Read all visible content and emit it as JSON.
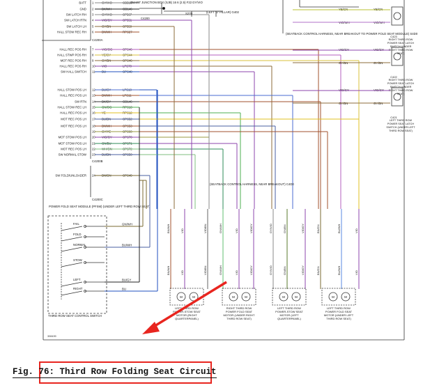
{
  "caption": "Fig. 76: Third Row Folding Seat Circuit",
  "figure_code": "308499",
  "colors": {
    "highlight": "#e8251f",
    "arrow": "#e8251f"
  },
  "module_pins": [
    {
      "pin": "1",
      "label": "BATT",
      "wire": "GY/VIO",
      "circ": "CBB10"
    },
    {
      "pin": "2",
      "label": "GND",
      "wire": "BK/WH",
      "circ": "GD146"
    },
    {
      "pin": "3",
      "label": "SW LATCH RH",
      "wire": "GY/VIO",
      "circ": "CP567"
    },
    {
      "pin": "4",
      "label": "SW LATCH RTN",
      "wire": "VIO/GY",
      "circ": "CP551"
    },
    {
      "pin": "5",
      "label": "SW LATCH LH",
      "wire": "GY/BN",
      "circ": "CP559"
    },
    {
      "pin": "6",
      "label": "HALL STOW REC RH",
      "wire": "BN/WH",
      "circ": "RPS27"
    },
    {
      "pin": "7",
      "label": "HALL REC POS RH",
      "wire": "VIO/OG",
      "circ": "CPS46"
    },
    {
      "pin": "8",
      "label": "HALL STWP POS RH",
      "wire": "YE/GY",
      "circ": "CPS44"
    },
    {
      "pin": "9",
      "label": "MOT REC POS RH",
      "wire": "GY/BN",
      "circ": "CPS46"
    },
    {
      "pin": "10",
      "label": "HALL REC POS RH",
      "wire": "VIO",
      "circ": "LPS70"
    },
    {
      "pin": "11",
      "label": "SW HALL SWITCH",
      "wire": "BU",
      "circ": "CPS48"
    },
    {
      "pin": "12",
      "label": "HALL STOW POS LH",
      "wire": "BU/GY",
      "circ": "LPS10"
    },
    {
      "pin": "13",
      "label": "HALL REC POS LH",
      "wire": "BN/WH",
      "circ": "LPS11"
    },
    {
      "pin": "14",
      "label": "SW RTN",
      "wire": "BK/GY",
      "circ": "GD146"
    },
    {
      "pin": "15",
      "label": "HALL STOW REC LH",
      "wire": "GN/OG",
      "circ": "RPS13"
    },
    {
      "pin": "16",
      "label": "HALL REC POS LH",
      "wire": "YE",
      "circ": "RPS12"
    },
    {
      "pin": "17",
      "label": "MOT REC POS LH",
      "wire": "BU/BN",
      "circ": "CPS52"
    },
    {
      "pin": "18",
      "label": "MOT REC POS LH",
      "wire": "BN/WH",
      "circ": "CPS53"
    },
    {
      "pin": "19",
      "label": "",
      "wire": "GY/YE",
      "circ": "CPS60"
    },
    {
      "pin": "20",
      "label": "MOT STOW POS LH",
      "wire": "VIO/GY",
      "circ": "CPS70"
    },
    {
      "pin": "21",
      "label": "MOT STOW POS LH",
      "wire": "GN/BU",
      "circ": "CPS71"
    },
    {
      "pin": "22",
      "label": "MOT REC POS LH",
      "wire": "WH/GN",
      "circ": "CPS72"
    },
    {
      "pin": "23",
      "label": "SW NORMAL STOW",
      "wire": "BU/BN",
      "circ": "CPS50"
    },
    {
      "pin": "24",
      "label": "SW FOLD/UNLOADER",
      "wire": "BN/GN",
      "circ": "CPS49"
    }
  ],
  "connector_labels": [
    "C4200A",
    "C4200B",
    "C4200C"
  ],
  "module_label": "POWER FOLD SEAT MODULE (PFSM) (UNDER LEFT THIRD ROW SEAT)",
  "switch_label": "THIRD ROW SEAT CONTROL SWITCH",
  "switch_positions": [
    "FAIL",
    "FOLD",
    "NORMAL",
    "STOW",
    "LEFT",
    "RIGHT"
  ],
  "switch_wires": [
    "GN/WH",
    "BU/WH",
    "BU/GY",
    "BU"
  ],
  "top_labels": {
    "fuse": "SMART JUNCTION BOX (SJB) 16 6 (2.5) F22",
    "splice": "S270",
    "c4200": "C4200",
    "left_fold_note": "(LEFT 'D' PILLAR) G402",
    "seatback_breakout": "(SEATBACK CONTROL HARNESS, NEAR BREAKOUT TO POWER FOLD SEAT MODULE) S4D0",
    "seatback_breakout2": "(SEATBACK CONTROL HARNESS, NEAR BREAKOUT) C4D0",
    "c423": "C423",
    "c422": "C422",
    "c421": "C421"
  },
  "right_switches": [
    {
      "label": "RIGHT THIRD ROW POWER SEAT LATCH SWITCH (UNDER RIGHT THIRD ROW SEAT)",
      "wires": [
        "YE/GN",
        "VIO/WH"
      ],
      "circ": "C423"
    },
    {
      "label": "RIGHT THIRD ROW POWER SEAT LATCH SWITCH (UNDER RIGHT THIRD ROW SEAT)",
      "wires": [
        "VIO/GY",
        "GY/BN"
      ],
      "circ": "C422"
    },
    {
      "label": "LEFT THIRD ROW POWER SEAT LATCH SWITCH (UNDER LEFT THIRD ROW SEAT)",
      "wires": [
        "VIO/GY",
        "GY/BN"
      ],
      "circ": "C421"
    }
  ],
  "motors": [
    {
      "label": "LEFT THIRD ROW POWER-STOW SEAT MOTOR (RIGHT QUARTERPANEL)",
      "wires": [
        "BN/WH",
        "VIO",
        "VIO/BN"
      ]
    },
    {
      "label": "RIGHT THIRD ROW POWER FOLD SEAT MOTOR (UNDER RIGHT THIRD ROW SEAT)",
      "wires": [
        "GN/WH",
        "VIO",
        "VIO/GY"
      ]
    },
    {
      "label": "LEFT THIRD ROW POWER-STOW SEAT MOTOR (LEFT QUARTERPANEL)",
      "wires": [
        "GY/VIO",
        "GN/BN",
        "VIO/GY"
      ]
    },
    {
      "label": "LEFT THIRD ROW POWER FOLD SEAT MOTOR (UNDER LEFT THIRD ROW SEAT)",
      "wires": [
        "BN/GN",
        "BU/WH",
        "VIO"
      ]
    }
  ]
}
